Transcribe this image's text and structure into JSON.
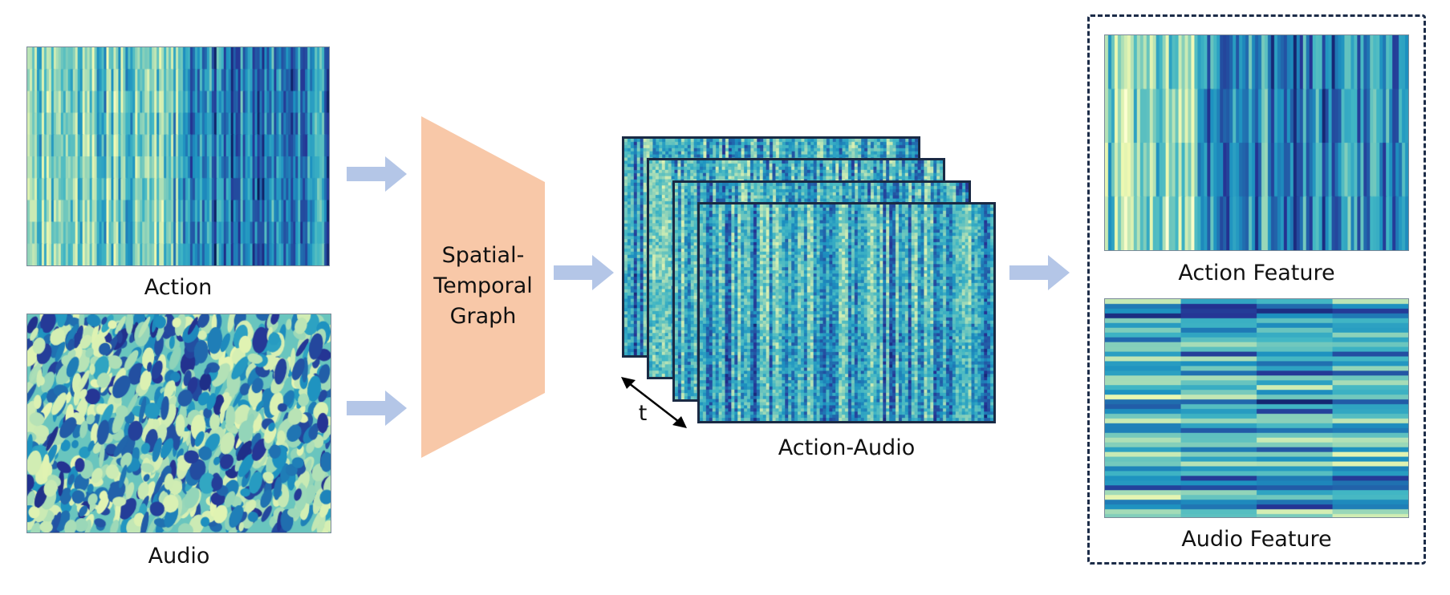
{
  "inputs": {
    "action_label": "Action",
    "audio_label": "Audio"
  },
  "graph": {
    "line1": "Spatial-",
    "line2": "Temporal",
    "line3": "Graph",
    "color": "#f8c8a8"
  },
  "stack": {
    "label": "Action-Audio",
    "time_label": "t",
    "frame_count": 4
  },
  "outputs": {
    "action_feature_label": "Action Feature",
    "audio_feature_label": "Audio Feature"
  },
  "colors": {
    "arrow": "#b4c6e7",
    "frame_border": "#1a2a44",
    "dashed_border": "#1c2c48"
  }
}
